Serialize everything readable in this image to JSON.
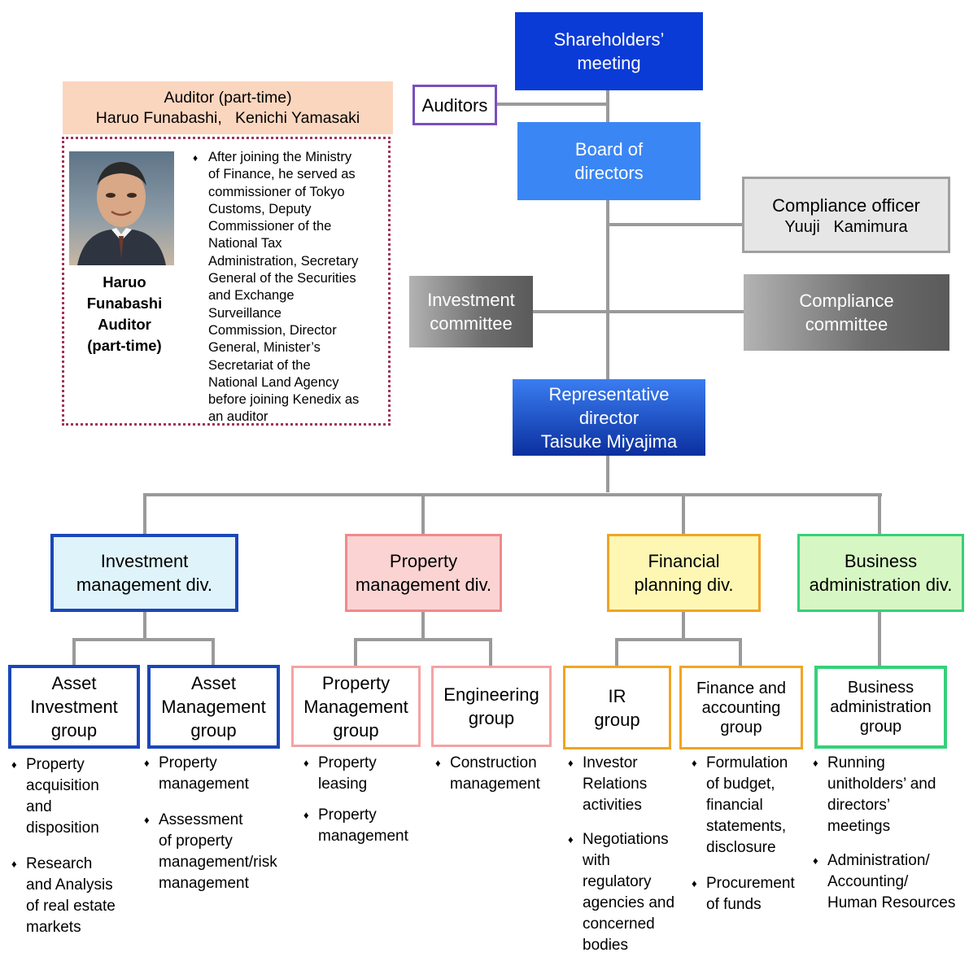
{
  "top": {
    "shareholders": [
      "Shareholders’",
      "meeting"
    ],
    "auditors": "Auditors",
    "board": [
      "Board of",
      "directors"
    ],
    "compliance_officer": {
      "title": "Compliance officer",
      "name": "Yuuji   Kamimura"
    },
    "investment_committee": [
      "Investment",
      "committee"
    ],
    "compliance_committee": [
      "Compliance",
      "committee"
    ],
    "representative": [
      "Representative",
      "director",
      "Taisuke Miyajima"
    ]
  },
  "auditor_panel": {
    "header": [
      "Auditor (part-time)",
      "Haruo Funabashi,   Kenichi Yamasaki"
    ],
    "caption": [
      "Haruo Funabashi",
      "Auditor",
      "(part-time)"
    ],
    "bio": [
      "After joining the Ministry",
      "of Finance, he served as",
      "commissioner of Tokyo",
      "Customs, Deputy",
      "Commissioner of the",
      "National Tax",
      "Administration, Secretary",
      "General of the Securities",
      "and Exchange",
      "Surveillance",
      "Commission, Director",
      "General, Minister’s",
      "Secretariat of the",
      "National Land Agency",
      "before joining Kenedix as",
      "an auditor"
    ],
    "bullet": "♦"
  },
  "divisions": [
    {
      "label": [
        "Investment",
        "management div."
      ],
      "color": "#1a47b8",
      "fill": "#dff3fb"
    },
    {
      "label": [
        "Property",
        "management div."
      ],
      "color": "#f08a8a",
      "fill": "#fbd3d3"
    },
    {
      "label": [
        "Financial",
        "planning div."
      ],
      "color": "#f0a524",
      "fill": "#fdf7b3"
    },
    {
      "label": [
        "Business",
        "administration div."
      ],
      "color": "#36d07a",
      "fill": "#d6f7c3"
    }
  ],
  "groups": [
    {
      "label": [
        "Asset",
        "Investment",
        "group"
      ],
      "tasks": [
        [
          "Property",
          "acquisition",
          "and",
          "disposition"
        ],
        [
          "Research",
          "and Analysis",
          "of real estate",
          "markets"
        ]
      ]
    },
    {
      "label": [
        "Asset",
        "Management",
        "group"
      ],
      "tasks": [
        [
          "Property",
          "management"
        ],
        [
          "Assessment",
          "of property",
          "management/risk",
          "management"
        ]
      ]
    },
    {
      "label": [
        "Property",
        "Management",
        "group"
      ],
      "tasks": [
        [
          "Property",
          "leasing"
        ],
        [
          "Property",
          "management"
        ]
      ]
    },
    {
      "label": [
        "Engineering",
        "group"
      ],
      "tasks": [
        [
          "Construction",
          "management"
        ]
      ]
    },
    {
      "label": [
        "IR",
        "group"
      ],
      "tasks": [
        [
          "Investor",
          "Relations",
          "activities"
        ],
        [
          "Negotiations",
          "with",
          "regulatory",
          "agencies and",
          "concerned",
          "bodies"
        ]
      ]
    },
    {
      "label": [
        "Finance and",
        "accounting",
        "group"
      ],
      "tasks": [
        [
          "Formulation",
          "of budget,",
          "financial",
          "statements,",
          "disclosure"
        ],
        [
          "Procurement",
          "of funds"
        ]
      ]
    },
    {
      "label": [
        "Business",
        "administration",
        "group"
      ],
      "tasks": [
        [
          "Running",
          "unitholders’ and",
          "directors’",
          "meetings"
        ],
        [
          "Administration/",
          "Accounting/",
          "Human Resources"
        ]
      ]
    }
  ]
}
